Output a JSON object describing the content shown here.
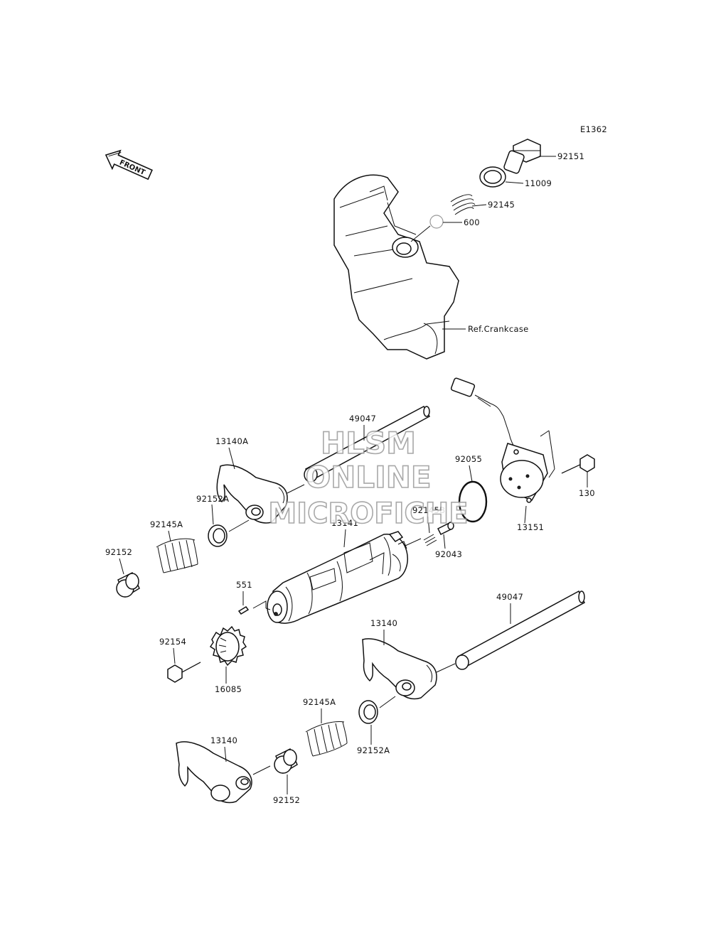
{
  "diagram": {
    "code": "E1362",
    "front_arrow": "FRONT",
    "watermark": [
      "HLSM",
      "ONLINE",
      "MICROFICHE"
    ],
    "ref_label": "Ref.Crankcase",
    "parts": {
      "p92151_top": "92151",
      "p11009": "11009",
      "p92145": "92145",
      "p600": "600",
      "p49047_a": "49047",
      "p13140A": "13140A",
      "p92055": "92055",
      "p92152A_a": "92152A",
      "p92145A_a": "92145A",
      "p92145B": "92145B",
      "p13141": "13141",
      "p92043": "92043",
      "p130": "130",
      "p13151": "13151",
      "p92152_a": "92152",
      "p551": "551",
      "p49047_b": "49047",
      "p13140_a": "13140",
      "p92154": "92154",
      "p16085": "16085",
      "p92145A_b": "92145A",
      "p92152A_b": "92152A",
      "p13140_b": "13140",
      "p92152_b": "92152"
    }
  }
}
